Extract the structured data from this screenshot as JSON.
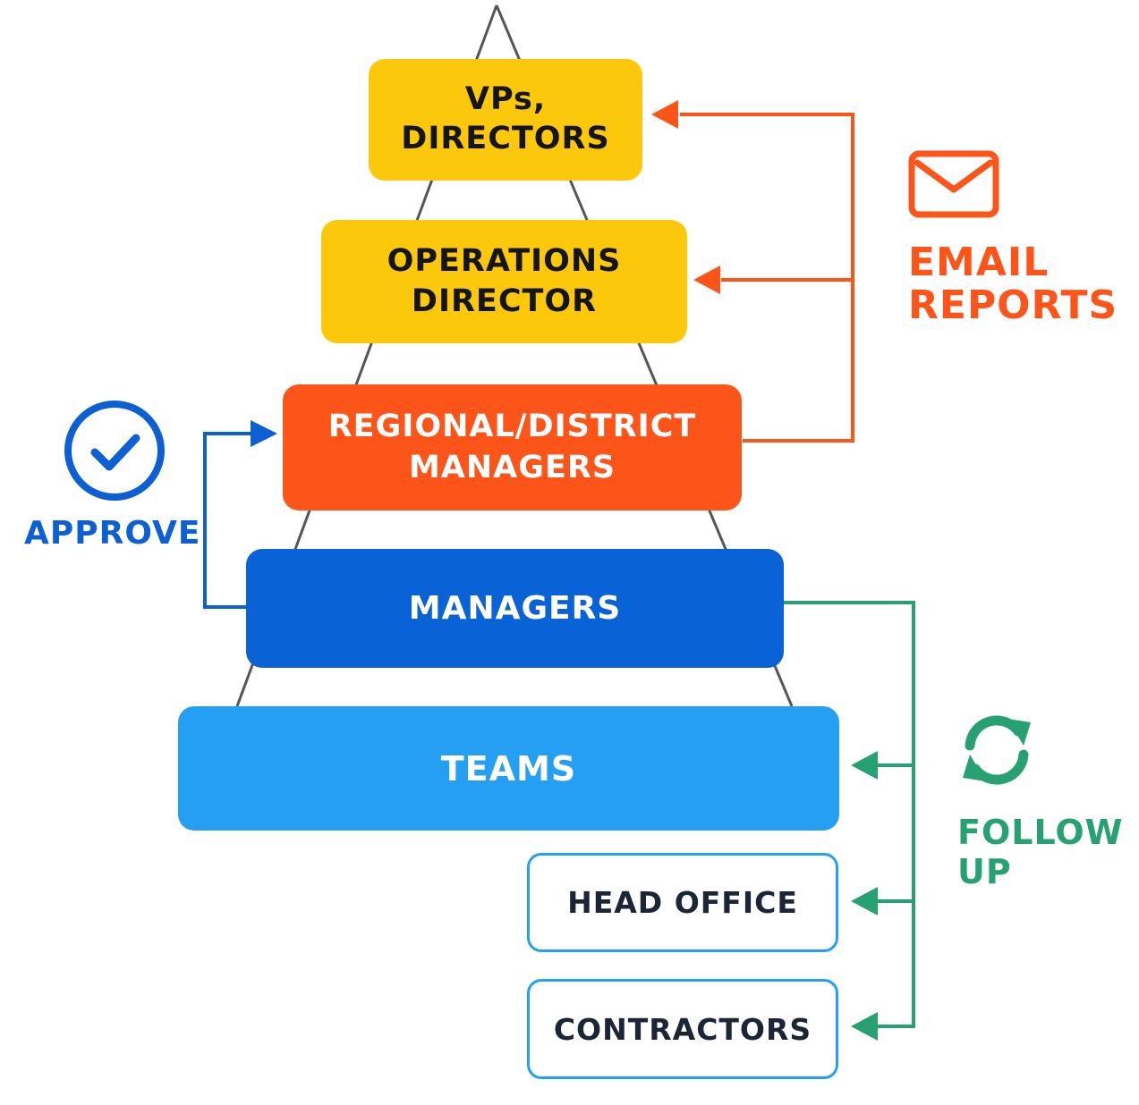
{
  "colors": {
    "yellow": "#fbc80c",
    "orange": "#fc5419",
    "manager_blue": "#0a63d6",
    "team_blue": "#249ff3",
    "approve_blue": "#0d5fd4",
    "email_orange": "#fc5419",
    "follow_green": "#27a172",
    "pyramid_line": "#555555"
  },
  "pyramid": {
    "vps_line1": "VPs,",
    "vps_line2": "DIRECTORS",
    "ops_line1": "OPERATIONS",
    "ops_line2": "DIRECTOR",
    "regional_line1": "REGIONAL/DISTRICT",
    "regional_line2": "MANAGERS",
    "managers": "MANAGERS",
    "teams": "TEAMS",
    "head_office": "HEAD OFFICE",
    "contractors": "CONTRACTORS"
  },
  "annotations": {
    "approve": "APPROVE",
    "approve_icon": "check-circle-icon",
    "email_line1": "EMAIL",
    "email_line2": "REPORTS",
    "email_icon": "envelope-icon",
    "follow_line1": "FOLLOW",
    "follow_line2": "UP",
    "follow_icon": "refresh-icon"
  }
}
